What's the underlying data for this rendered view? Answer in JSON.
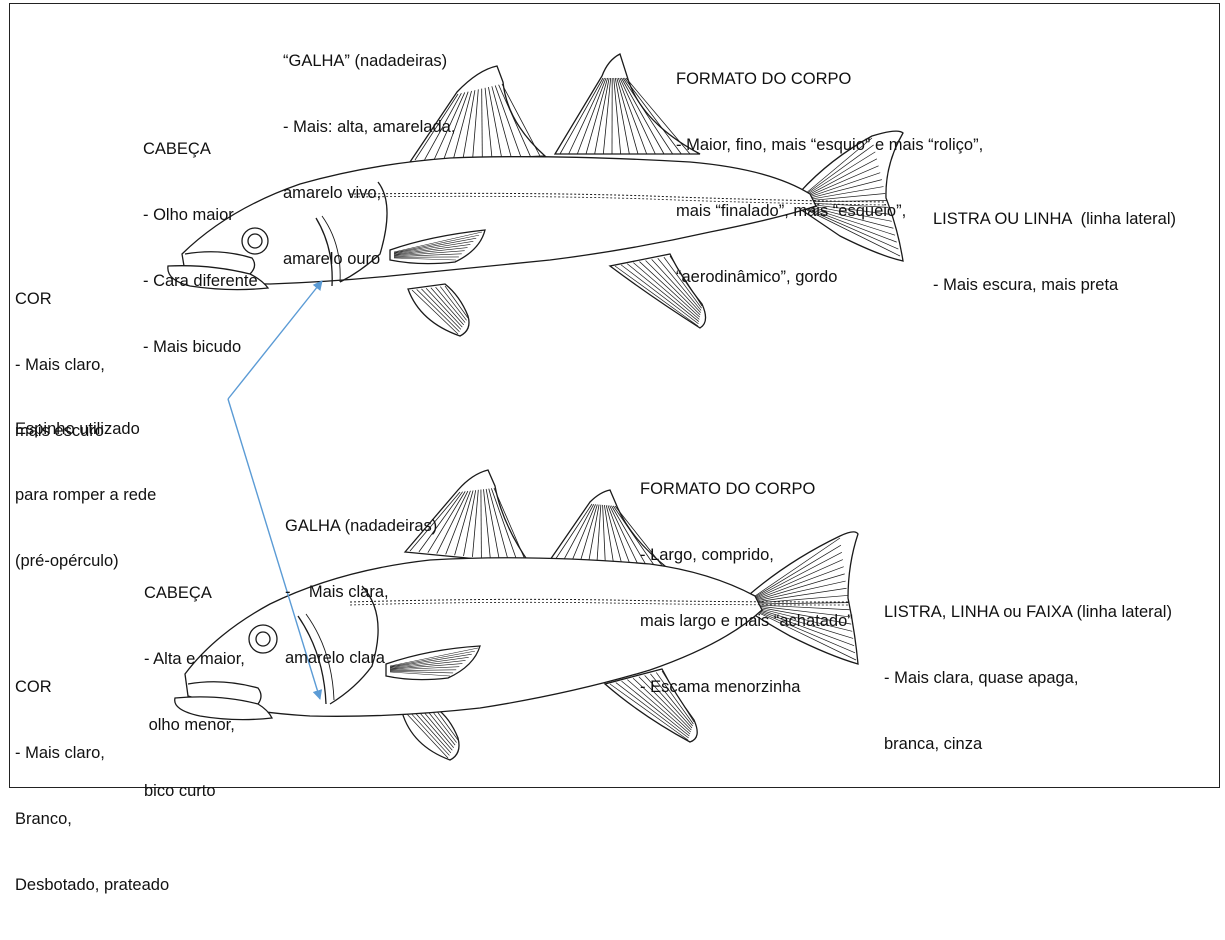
{
  "colors": {
    "ink": "#1a1a1a",
    "arrow": "#5b9bd5",
    "border": "#222222"
  },
  "fish_top": {
    "cor": {
      "title": "COR",
      "lines": [
        "- Mais claro,",
        "mais escuro"
      ]
    },
    "cabeca": {
      "title": "CABEÇA",
      "lines": [
        "- Olho maior",
        "- Cara diferente",
        "- Mais bicudo"
      ]
    },
    "galha": {
      "title": "“GALHA” (nadadeiras)",
      "lines": [
        "- Mais: alta, amarelada,",
        "amarelo vivo,",
        "amarelo ouro"
      ]
    },
    "formato": {
      "title": "FORMATO DO CORPO",
      "lines": [
        "- Maior, fino, mais “esquio” e mais “roliço”,",
        "mais “finalado”, mais “esqueio”,",
        "“aerodinâmico”, gordo"
      ]
    },
    "listra": {
      "title": "LISTRA OU LINHA  (linha lateral)",
      "lines": [
        "- Mais escura, mais preta"
      ]
    }
  },
  "espinho": {
    "lines": [
      "Espinho utilizado",
      "para romper a rede",
      "(pré-opérculo)"
    ]
  },
  "fish_bottom": {
    "cor": {
      "title": "COR",
      "lines": [
        "- Mais claro,",
        "Branco,",
        "Desbotado, prateado"
      ]
    },
    "cabeca": {
      "title": "CABEÇA",
      "lines": [
        "- Alta e maior,",
        " olho menor,",
        "bico curto"
      ]
    },
    "galha": {
      "title": "GALHA (nadadeiras)",
      "lines": [
        "-    Mais clara,",
        "amarelo clara"
      ]
    },
    "formato": {
      "title": "FORMATO DO CORPO",
      "lines": [
        "- Largo, comprido,",
        "mais largo e mais “achatado”",
        "- Escama menorzinha"
      ]
    },
    "listra": {
      "title": "LISTRA, LINHA ou FAIXA (linha lateral)",
      "lines": [
        "- Mais clara, quase apaga,",
        "branca, cinza"
      ]
    }
  }
}
